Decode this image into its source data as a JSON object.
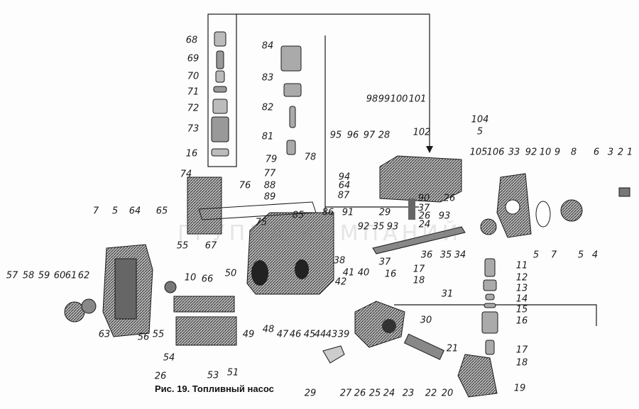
{
  "caption": "Рис. 19. Топливный насос",
  "watermark": "ГРУППА КОМПАНИЙ",
  "colors": {
    "ink": "#1a1a1a",
    "part_fill": "#9a9a9a",
    "part_dark": "#555555"
  },
  "labels": [
    "68",
    "69",
    "70",
    "71",
    "72",
    "73",
    "16",
    "84",
    "83",
    "82",
    "81",
    "79",
    "78",
    "77",
    "88",
    "89",
    "76",
    "74",
    "75",
    "85",
    "86",
    "95",
    "96",
    "97",
    "28",
    "94",
    "64",
    "87",
    "29",
    "91",
    "92",
    "35",
    "93",
    "98",
    "99",
    "100",
    "101",
    "102",
    "104",
    "5",
    "105",
    "106",
    "33",
    "92",
    "10",
    "9",
    "8",
    "6",
    "3",
    "2",
    "1",
    "90",
    "37",
    "26",
    "24",
    "26",
    "93",
    "36",
    "35",
    "34",
    "5",
    "7",
    "5",
    "4",
    "7",
    "5",
    "64",
    "65",
    "55",
    "67",
    "66",
    "10",
    "50",
    "57",
    "58",
    "59",
    "60",
    "61",
    "62",
    "63",
    "56",
    "55",
    "54",
    "26",
    "53",
    "51",
    "49",
    "48",
    "47",
    "46",
    "45",
    "44",
    "43",
    "39",
    "38",
    "41",
    "40",
    "37",
    "16",
    "17",
    "18",
    "42",
    "30",
    "29",
    "27",
    "26",
    "25",
    "24",
    "23",
    "22",
    "20",
    "21",
    "19",
    "31",
    "11",
    "12",
    "13",
    "14",
    "15",
    "16",
    "17",
    "18"
  ]
}
